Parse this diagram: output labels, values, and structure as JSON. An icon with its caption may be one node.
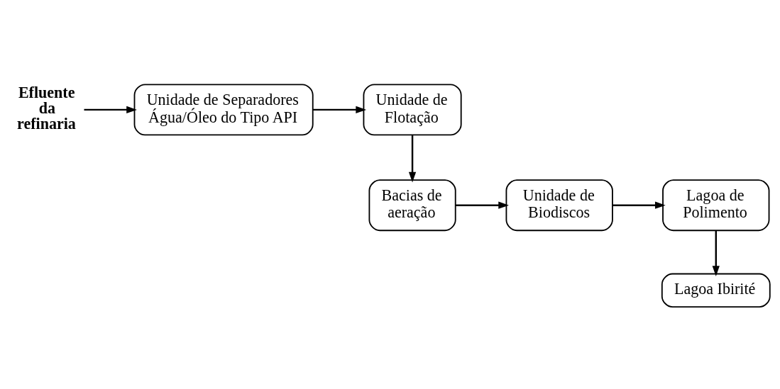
{
  "diagram": {
    "nodes": [
      {
        "text": [
          "Efluente da refinaria"
        ]
      },
      {
        "text": [
          "Unidade de Separadores Água/Óleo do Tipo API"
        ]
      },
      {
        "text": [
          "Unidade de Flotação"
        ]
      },
      {
        "text": [
          "Bacias de aeração"
        ]
      },
      {
        "text": [
          "Unidade de Biodiscos"
        ]
      },
      {
        "text": [
          "Lagoa de Polimento"
        ]
      },
      {
        "text": [
          "Lagoa Ibirité"
        ]
      }
    ],
    "edges": [
      {
        "from": 0,
        "to": 1,
        "arrow": "to"
      },
      {
        "from": 1,
        "to": 2,
        "arrow": "to"
      },
      {
        "from": 2,
        "to": 3,
        "arrow": "to"
      },
      {
        "from": 3,
        "to": 4,
        "arrow": "to"
      },
      {
        "from": 4,
        "to": 5,
        "arrow": "to"
      },
      {
        "from": 5,
        "to": 6,
        "arrow": "to"
      }
    ]
  }
}
